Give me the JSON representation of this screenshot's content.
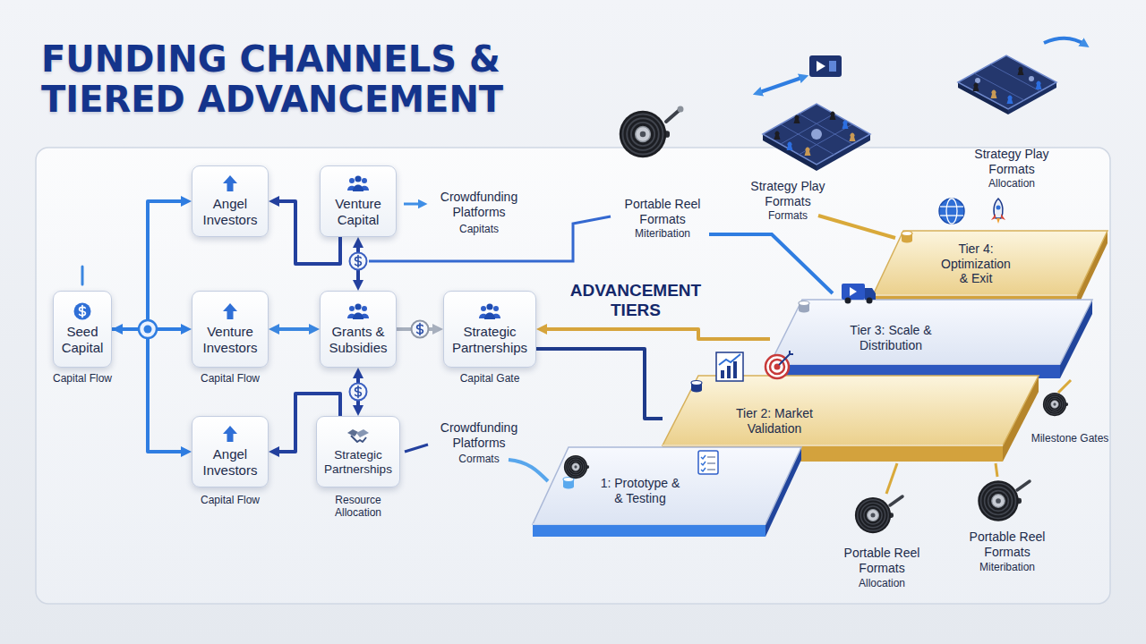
{
  "diagram": {
    "title": "FUNDING CHANNELS & TIERED ADVANCEMENT",
    "nodes": [
      {
        "text": [
          "Seed Capital"
        ]
      },
      {
        "text": [
          "Angel Investors"
        ]
      },
      {
        "text": [
          "Venture Capital"
        ]
      },
      {
        "text": [
          "Venture Investors"
        ]
      },
      {
        "text": [
          "Grants & Subsidies"
        ]
      },
      {
        "text": [
          "Strategic Partnerships"
        ]
      },
      {
        "text": [
          "Angel Investors"
        ]
      },
      {
        "text": [
          "Strategic Partnerships"
        ]
      },
      {
        "text": [
          "Tier 4: Optimization & Exit"
        ]
      },
      {
        "text": [
          "Tier 3: Scale & Distribution"
        ]
      },
      {
        "text": [
          "Tier 2: Market Validation"
        ]
      },
      {
        "text": [
          "1: Prototype & & Testing"
        ]
      }
    ],
    "edges": [
      {
        "from": 0,
        "to": 1,
        "arrow": "to"
      },
      {
        "from": 0,
        "to": 3,
        "arrow": "both"
      },
      {
        "from": 0,
        "to": 6,
        "arrow": "to"
      },
      {
        "from": 3,
        "to": 4,
        "arrow": "both"
      },
      {
        "from": 2,
        "to": 4,
        "arrow": "both"
      },
      {
        "from": 4,
        "to": 7,
        "arrow": "both"
      },
      {
        "from": 4,
        "to": 5,
        "arrow": "to"
      },
      {
        "from": 9,
        "to": 5,
        "arrow": "to"
      },
      {
        "from": 5,
        "to": 10,
        "arrow": "none"
      },
      {
        "from": 2,
        "to": 1,
        "arrow": "to"
      },
      {
        "from": 7,
        "to": 6,
        "arrow": "to"
      }
    ],
    "labels": [
      "Strategy Play Formats",
      "Allocation",
      "Strategy Play Formats",
      "Formats",
      "Crowdfunding Platforms",
      "Capitats",
      "Portable Reel Formats",
      "Miteribation",
      "ADVANCEMENT TIERS",
      "Capital Flow",
      "Capital Flow",
      "Capital Gate",
      "Crowdfunding Platforms",
      "Milestone Gates",
      "Cormats",
      "Capital Flow",
      "Resource Allocation",
      "Portable Reel Formats",
      "Miteribation",
      "Portable Reel Formats",
      "Allocation"
    ]
  }
}
